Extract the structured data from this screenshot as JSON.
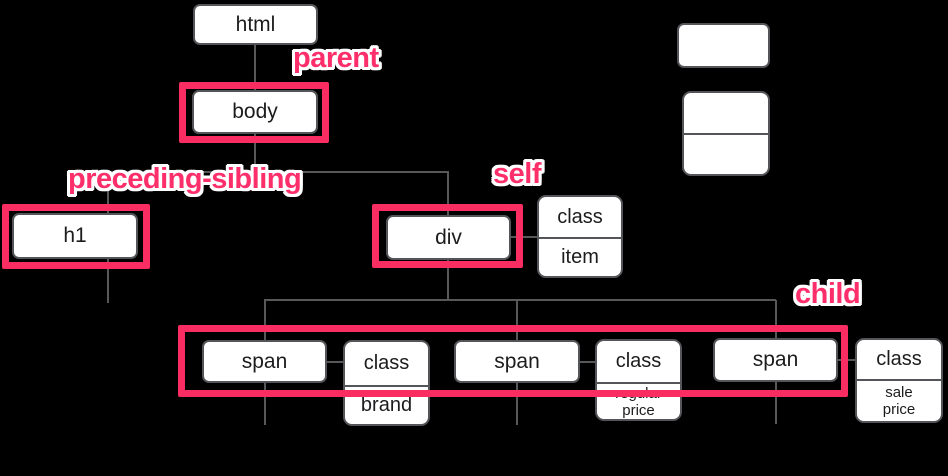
{
  "colors": {
    "background": "#000000",
    "highlight_pink": "#FA2D62",
    "label_pink": "#FC2F6B",
    "line_gray": "#57585A",
    "box_border_gray": "#545558",
    "box_text": "#1C1C1E"
  },
  "axis_labels": {
    "parent": "parent",
    "preceding_sibling": "preceding-sibling",
    "self": "self",
    "child": "child"
  },
  "nodes": {
    "html": {
      "label": "html"
    },
    "body": {
      "label": "body"
    },
    "h1": {
      "label": "h1"
    },
    "div": {
      "label": "div"
    },
    "span_1": {
      "label": "span"
    },
    "span_2": {
      "label": "span"
    },
    "span_3": {
      "label": "span"
    }
  },
  "attributes": {
    "item": {
      "name": "class",
      "value": "item"
    },
    "brand": {
      "name": "class",
      "value": "brand"
    },
    "regular_price": {
      "name": "class",
      "value": "regular\nprice"
    },
    "sale_price": {
      "name": "class",
      "value": "sale\nprice"
    }
  },
  "legend": {
    "element_box": "",
    "attribute_box_top": "",
    "attribute_box_bottom": ""
  }
}
